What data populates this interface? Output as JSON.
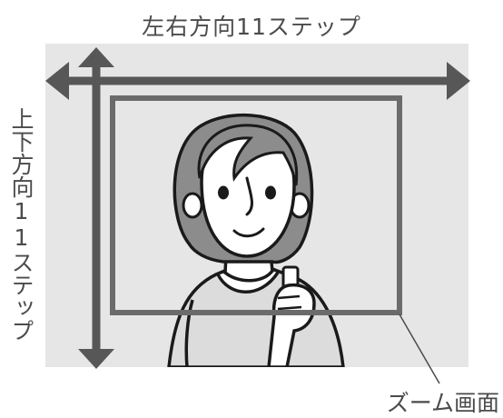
{
  "labels": {
    "horizontal": "左右方向11ステップ",
    "vertical": "上下方向11ステップ",
    "zoom": "ズーム画面"
  },
  "colors": {
    "background_area": "#e6e6e6",
    "arrow": "#575757",
    "zoom_frame": "#6b6b6b",
    "outline": "#1a1a1a",
    "hair": "#8c8c8c",
    "skin": "#ffffff",
    "shirt": "#dcdcdc"
  },
  "icons": {
    "horizontal_arrow": "double-headed-arrow-horizontal",
    "vertical_arrow": "double-headed-arrow-vertical",
    "person": "woman-illustration"
  }
}
